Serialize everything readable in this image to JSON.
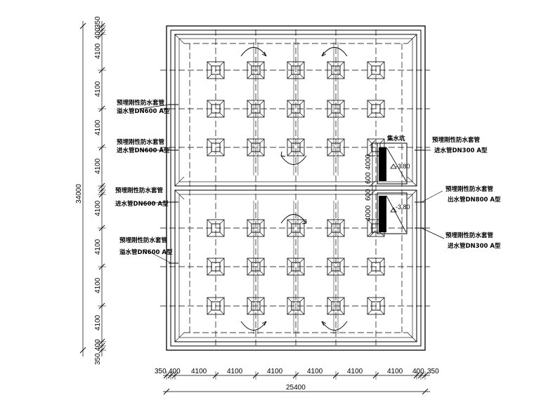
{
  "dimensions": {
    "vertical": [
      "350",
      "400",
      "4100",
      "4100",
      "4100",
      "4100",
      "600",
      "600",
      "4100",
      "4100",
      "4100",
      "4100",
      "400",
      "350"
    ],
    "vertical_total": "34000",
    "horizontal": [
      "350",
      "400",
      "4100",
      "4100",
      "4100",
      "4100",
      "4100",
      "4100",
      "400",
      "350"
    ],
    "horizontal_total": "25400",
    "pit_depth": [
      "4000",
      "4000"
    ]
  },
  "annotations": {
    "left": [
      {
        "line1": "预埋刚性防水套管",
        "line2": "溢水管DN600 A型"
      },
      {
        "line1": "预埋刚性防水套管",
        "line2": "进水管DN600 A型"
      },
      {
        "line1": "预埋刚性防水套管",
        "line2": "进水管DN600 A型"
      },
      {
        "line1": "预埋刚性防水套管",
        "line2": "溢水管DN600 A型"
      }
    ],
    "right": [
      {
        "line1": "预埋刚性防水套管",
        "line2": "进水管DN300 A型"
      },
      {
        "line1": "预埋刚性防水套管",
        "line2": "出水管DN800 A型"
      },
      {
        "line1": "预埋刚性防水套管",
        "line2": "进水管DN300 A型"
      }
    ],
    "sump_label": "集水坑",
    "elevations": [
      "-3.80",
      "-3.80"
    ]
  }
}
